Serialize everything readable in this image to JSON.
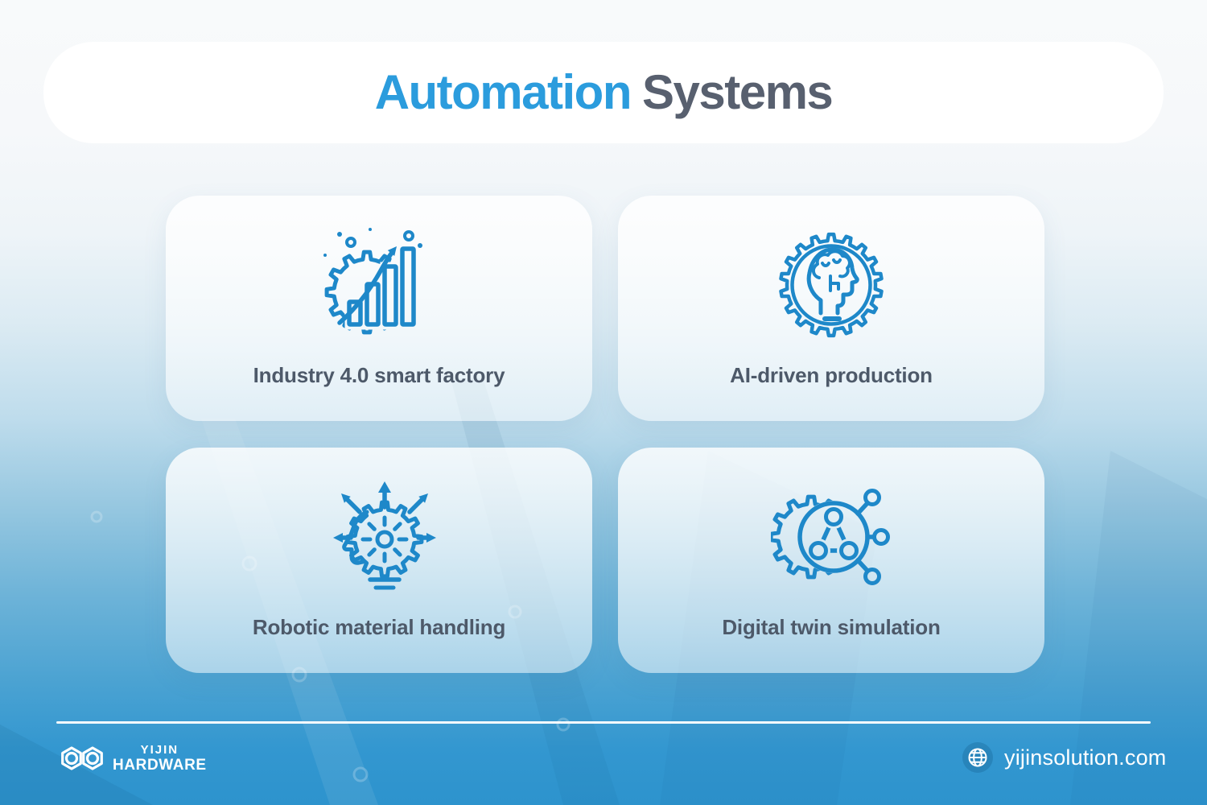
{
  "header": {
    "title_accent": "Automation",
    "title_rest": "Systems"
  },
  "cards": [
    {
      "label": "Industry 4.0 smart factory",
      "icon": "gear-growth-chart-icon"
    },
    {
      "label": "AI-driven production",
      "icon": "gear-brain-head-icon"
    },
    {
      "label": "Robotic material handling",
      "icon": "gear-dispersion-arrows-icon"
    },
    {
      "label": "Digital twin simulation",
      "icon": "gear-network-nodes-icon"
    }
  ],
  "footer": {
    "brand_top": "YIJIN",
    "brand_bottom": "HARDWARE",
    "brand_logo": "yijin-infinity-hexagons-logo",
    "globe": "globe-icon",
    "website": "yijinsolution.com"
  },
  "colors": {
    "accent_blue": "#2B9CDD",
    "heading_gray": "#58606F",
    "label_slate": "#4D5969",
    "icon_blue": "#1E88C9",
    "footer_blue": "#2E96D1",
    "page_top": "#F8FAFB"
  }
}
